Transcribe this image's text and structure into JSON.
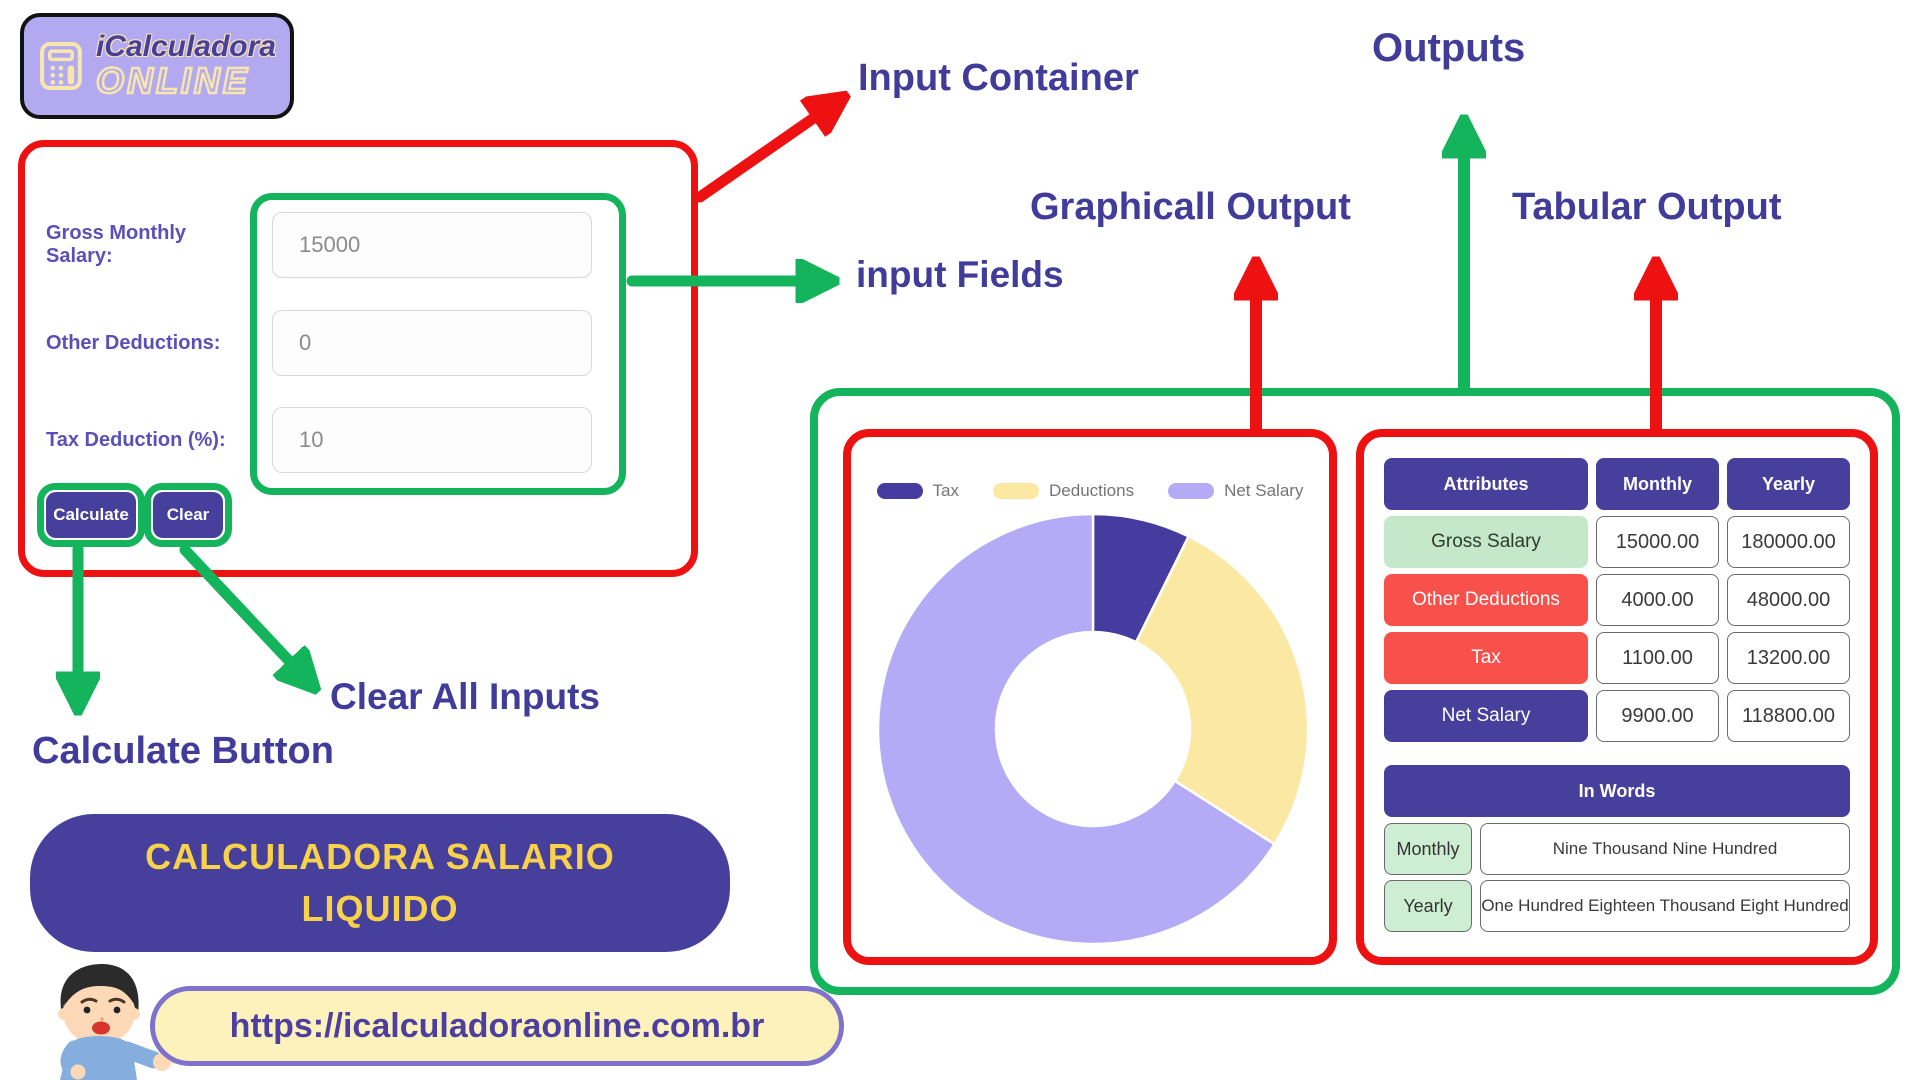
{
  "logo": {
    "brand_top": "iCalculadora",
    "brand_bottom": "ONLINE"
  },
  "inputs": {
    "fields": [
      {
        "label": "Gross Monthly Salary:",
        "value": "15000"
      },
      {
        "label": "Other Deductions:",
        "value": "0"
      },
      {
        "label": "Tax Deduction (%):",
        "value": "10"
      }
    ],
    "calculate_label": "Calculate",
    "clear_label": "Clear"
  },
  "annotations": {
    "input_container": "Input Container",
    "input_fields": "input Fields",
    "clear_all_inputs": "Clear All Inputs",
    "calculate_button": "Calculate Button",
    "outputs": "Outputs",
    "graphical_output": "Graphicall Output",
    "tabular_output": "Tabular Output"
  },
  "banner": {
    "line1": "CALCULADORA SALARIO",
    "line2": "LIQUIDO"
  },
  "footer": {
    "url": "https://icalculadoraonline.com.br"
  },
  "chart_data": {
    "type": "pie",
    "subtype": "donut",
    "categories": [
      "Tax",
      "Deductions",
      "Net Salary"
    ],
    "values": [
      1100,
      4000,
      9900
    ],
    "percentages": [
      7.33,
      26.67,
      66.0
    ],
    "colors": [
      "#463b9e",
      "#fbe8a3",
      "#b5aaf6"
    ],
    "legend_position": "top",
    "title": ""
  },
  "table": {
    "headers": [
      "Attributes",
      "Monthly",
      "Yearly"
    ],
    "rows": [
      {
        "label": "Gross Salary",
        "monthly": "15000.00",
        "yearly": "180000.00",
        "style": "green"
      },
      {
        "label": "Other Deductions",
        "monthly": "4000.00",
        "yearly": "48000.00",
        "style": "red"
      },
      {
        "label": "Tax",
        "monthly": "1100.00",
        "yearly": "13200.00",
        "style": "red"
      },
      {
        "label": "Net Salary",
        "monthly": "9900.00",
        "yearly": "118800.00",
        "style": "purple"
      }
    ],
    "in_words": {
      "header": "In Words",
      "rows": [
        {
          "label": "Monthly",
          "text": "Nine Thousand Nine Hundred"
        },
        {
          "label": "Yearly",
          "text": "One Hundred Eighteen Thousand Eight Hundred"
        }
      ]
    }
  },
  "colors": {
    "annotation_red": "#ee1111",
    "annotation_green": "#14b45c",
    "heading_indigo": "#413b99",
    "brand_purple": "#473f9c",
    "banner_yellow": "#f8d24b",
    "logo_background": "#b3a9f1",
    "logo_cream": "#f7e6ae",
    "table_green_cell": "#c4e8c9",
    "table_red_cell": "#f8504b",
    "url_pill_background": "#fdf2bc"
  }
}
